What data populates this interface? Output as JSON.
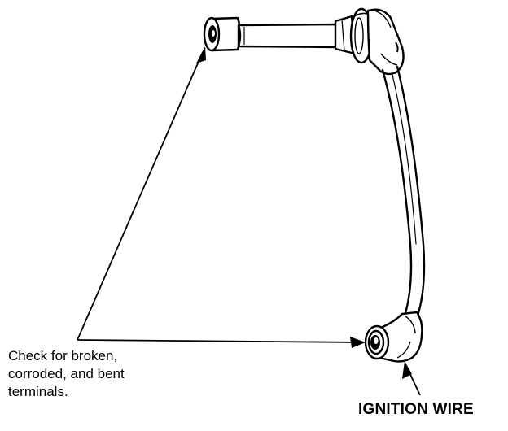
{
  "callout": {
    "lines": [
      "Check for broken,",
      "corroded, and bent",
      "terminals."
    ]
  },
  "part_label": "IGNITION WIRE",
  "colors": {
    "ink": "#000000",
    "paper": "#ffffff"
  }
}
